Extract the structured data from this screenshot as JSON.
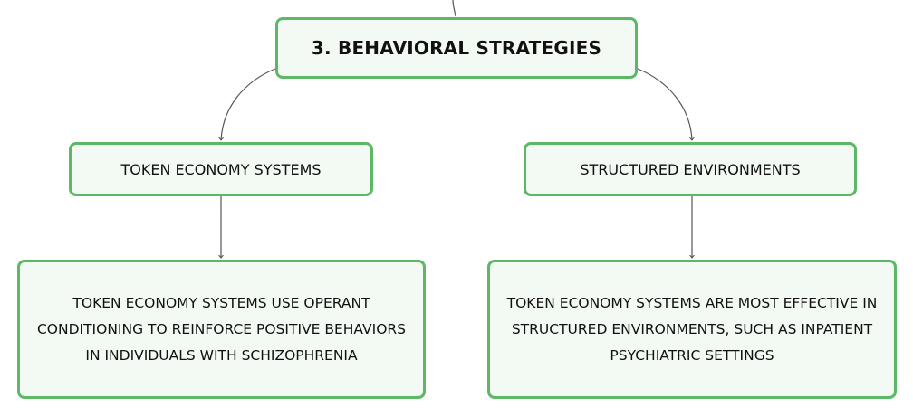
{
  "diagram": {
    "root": {
      "label": "3. BEHAVIORAL STRATEGIES"
    },
    "branches": [
      {
        "label": "TOKEN ECONOMY SYSTEMS",
        "detail": "TOKEN ECONOMY SYSTEMS USE OPERANT CONDITIONING TO REINFORCE POSITIVE BEHAVIORS IN INDIVIDUALS WITH SCHIZOPHRENIA"
      },
      {
        "label": "STRUCTURED ENVIRONMENTS",
        "detail": "TOKEN ECONOMY SYSTEMS ARE MOST EFFECTIVE IN STRUCTURED ENVIRONMENTS, SUCH AS INPATIENT PSYCHIATRIC SETTINGS"
      }
    ],
    "colors": {
      "node_border": "#5cb865",
      "node_fill": "#f2faf3",
      "connector": "#555555",
      "text": "#111111"
    }
  }
}
